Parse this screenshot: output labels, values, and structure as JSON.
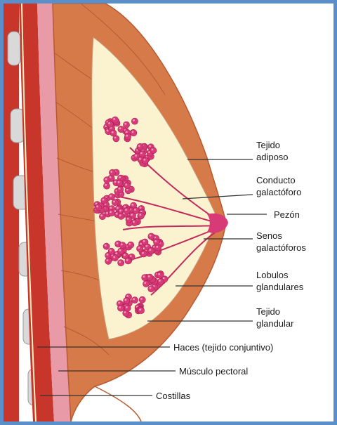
{
  "colors": {
    "border": "#5b8fc9",
    "muscle": "#c8352b",
    "muscle_dark": "#a6241c",
    "fascia": "#e89aa6",
    "breast_skin": "#d77a4a",
    "breast_dark": "#b85a30",
    "fat": "#fbf2cf",
    "lobule": "#d83a78",
    "lobule_hi": "#f29abd",
    "rib": "#d9d9d9",
    "line": "#333333"
  },
  "labels": {
    "adipose": [
      "Tejido",
      "adiposo"
    ],
    "duct": [
      "Conducto",
      "galactóforo"
    ],
    "nipple": "Pezón",
    "sinus": [
      "Senos",
      "galactóforos"
    ],
    "lobules": [
      "Lobulos",
      "glandulares"
    ],
    "glandular": [
      "Tejido",
      "glandular"
    ],
    "bundles": "Haces (tejido conjuntivo)",
    "pectoral": "Músculo pectoral",
    "ribs": "Costillas"
  }
}
